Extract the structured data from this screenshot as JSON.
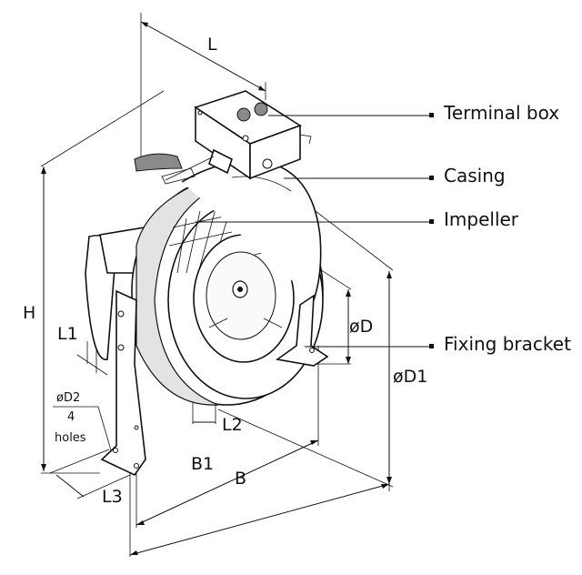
{
  "callouts": {
    "terminal_box": "Terminal box",
    "casing": "Casing",
    "impeller": "Impeller",
    "fixing_bracket": "Fixing bracket"
  },
  "dimensions": {
    "L": "L",
    "H": "H",
    "L1": "L1",
    "L2": "L2",
    "L3": "L3",
    "B": "B",
    "B1": "B1",
    "D": "øD",
    "D1": "øD1",
    "D2": "øD2",
    "holes_count": "4",
    "holes_word": "holes"
  }
}
